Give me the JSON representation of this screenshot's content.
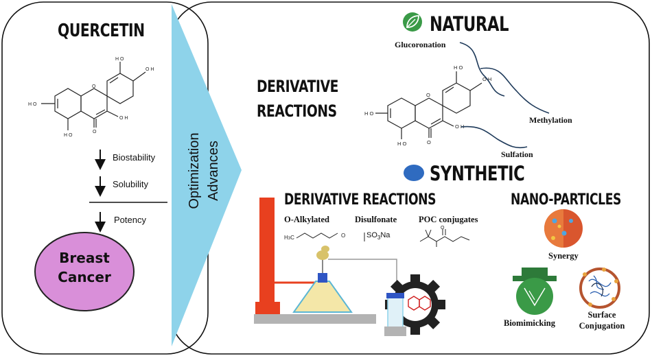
{
  "left": {
    "title": "QUERCETIN",
    "arrows": [
      "Biostability",
      "Solubility",
      "Potency"
    ],
    "disease": "Breast Cancer"
  },
  "banner": {
    "line1": "Optimization",
    "line2": "Advances"
  },
  "right": {
    "derivative_reactions_top": "DERIVATIVE REACTIONS",
    "natural": {
      "title": "NATURAL",
      "labels": [
        "Glucoronation",
        "Methylation",
        "Sulfation"
      ]
    },
    "synthetic": {
      "title": "SYNTHETIC",
      "derivative_reactions": "DERIVATIVE REACTIONS",
      "compounds": [
        "O-Alkylated",
        "Disulfonate",
        "POC conjugates"
      ],
      "formula": "SO3Na"
    },
    "nano": {
      "title": "NANO-PARTICLES",
      "items": [
        "Synergy",
        "Biomimicking",
        "Surface Conjugation"
      ]
    }
  },
  "colors": {
    "banner": "#8ed3ea",
    "disease_fill": "#d98fd9",
    "leaf_green": "#3a9a47",
    "blue_dot": "#2f6bc0",
    "stand_red": "#e8401f",
    "gear": "#222222"
  },
  "icons": [
    "leaf-icon",
    "gear-icon",
    "flask-icon",
    "stand-icon",
    "chemical-structure-icon"
  ]
}
